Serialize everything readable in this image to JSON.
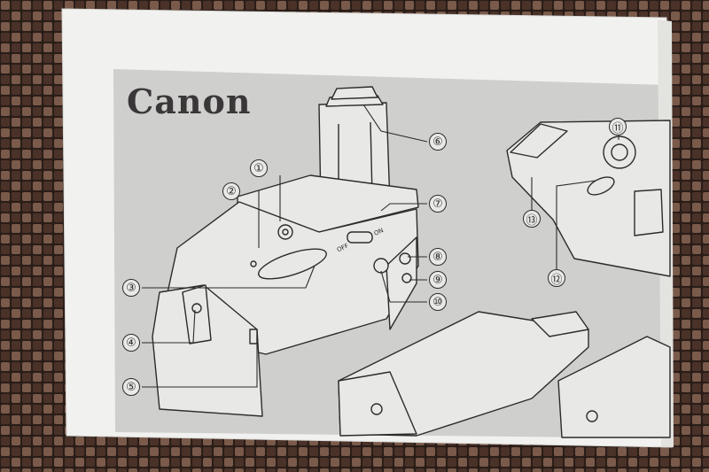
{
  "brand": {
    "logo_text": "Canon"
  },
  "callouts": [
    {
      "id": "1",
      "label": "①"
    },
    {
      "id": "2",
      "label": "②"
    },
    {
      "id": "3",
      "label": "③"
    },
    {
      "id": "4",
      "label": "④"
    },
    {
      "id": "5",
      "label": "⑤"
    },
    {
      "id": "6",
      "label": "⑥"
    },
    {
      "id": "7",
      "label": "⑦"
    },
    {
      "id": "8",
      "label": "⑧"
    },
    {
      "id": "9",
      "label": "⑨"
    },
    {
      "id": "10",
      "label": "⑩"
    },
    {
      "id": "11",
      "label": "⑪"
    },
    {
      "id": "12",
      "label": "⑫"
    },
    {
      "id": "13",
      "label": "⑬"
    }
  ],
  "switch_labels": {
    "off": "OFF",
    "on": "ON"
  },
  "colors": {
    "table_background": "#2a1f1a",
    "paper": "#f1f1ef",
    "gray_panel": "#cfcfcd",
    "line_art": "#2d2b2b"
  }
}
